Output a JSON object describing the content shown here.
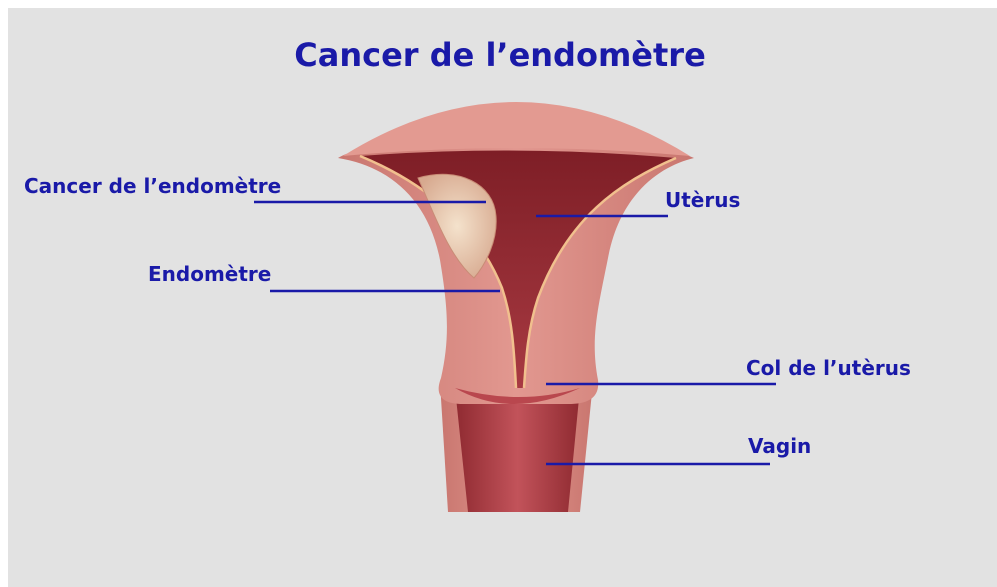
{
  "title": "Cancer de l’endomètre",
  "labels": {
    "cancer": "Cancer de l’endomètre",
    "endometre": "Endomètre",
    "uterus": "Utèrus",
    "col": "Col de l’utèrus",
    "vagin": "Vagin"
  },
  "colors": {
    "label_text": "#1a1aa8",
    "leader_line": "#1a1aa8",
    "background": "#e2e2e2",
    "tissue": "#d9877f",
    "cavity": "#a8353d",
    "tumor": "#ecd0b4"
  }
}
